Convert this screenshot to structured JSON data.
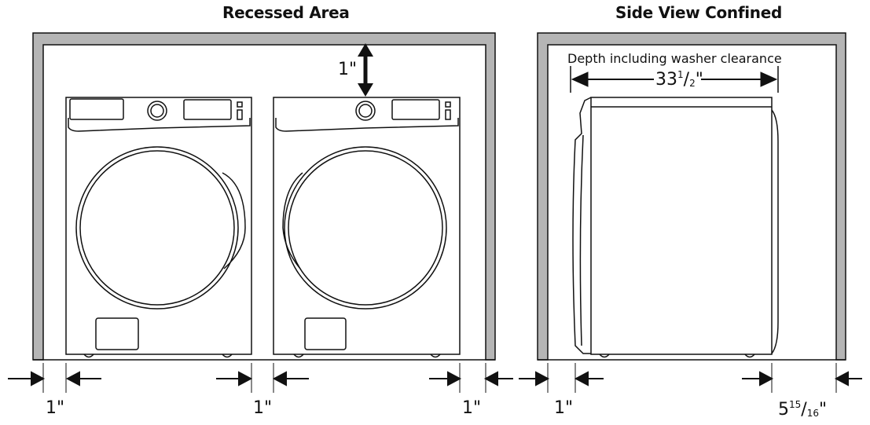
{
  "titles": {
    "recessed": "Recessed Area",
    "side": "Side View Confined"
  },
  "labels": {
    "top_clearance": "1\"",
    "depth_caption": "Depth including washer clearance",
    "depth_whole": "33",
    "depth_num": "1",
    "depth_slash": "/",
    "depth_den": "2",
    "depth_inch": "\"",
    "left_gap": "1\"",
    "middle_gap": "1\"",
    "right_gap": "1\"",
    "side_front_gap": "1\"",
    "rear_whole": "5",
    "rear_num": "15",
    "rear_slash": "/",
    "rear_den": "16",
    "rear_inch": "\""
  }
}
